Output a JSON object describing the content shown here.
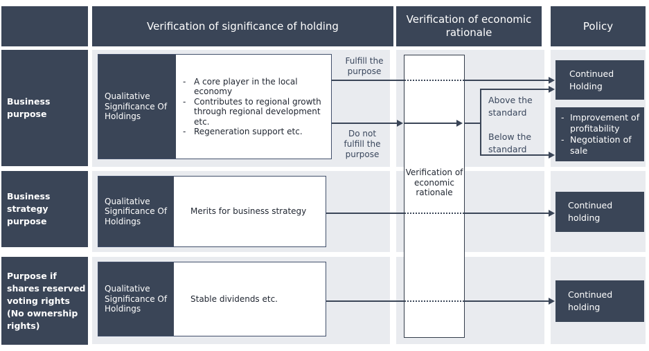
{
  "colors": {
    "accent_dark": "#3a4557",
    "panel_gray": "#e9ebef",
    "line": "#3a4557",
    "body_text": "#1f2530"
  },
  "headers": {
    "significance": "Verification of significance of holding",
    "economic": "Verification of economic rationale",
    "policy": "Policy"
  },
  "rows": [
    {
      "label": "Business purpose",
      "box_label": "Qualitative Significance Of Holdings",
      "criteria": [
        "A core player in the local economy",
        "Contributes to regional growth through regional development etc.",
        "Regeneration support etc."
      ]
    },
    {
      "label": "Business strategy purpose",
      "box_label": "Qualitative Significance Of Holdings",
      "criteria": [
        "Merits for business strategy"
      ]
    },
    {
      "label": "Purpose if shares reserved voting rights (No ownership rights)",
      "box_label": "Qualitative Significance Of Holdings",
      "criteria": [
        "Stable dividends etc."
      ]
    }
  ],
  "economic_box_label": "Verification of economic rationale",
  "branches": {
    "fulfill": "Fulfill the purpose",
    "not_fulfill": "Do not fulfill the purpose",
    "above": "Above the standard",
    "below": "Below the standard"
  },
  "policies": [
    {
      "id": "continued-holding-1",
      "text": "Continued Holding"
    },
    {
      "id": "review-actions",
      "bullets": [
        "Improvement of profitability",
        "Negotiation of sale"
      ]
    },
    {
      "id": "continued-holding-2",
      "text": "Continued holding"
    },
    {
      "id": "continued-holding-3",
      "text": "Continued holding"
    }
  ]
}
